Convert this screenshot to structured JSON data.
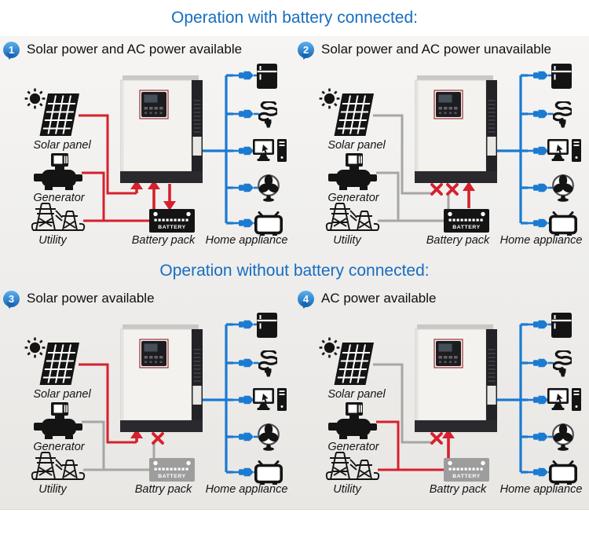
{
  "colors": {
    "accent_blue": "#176dc1",
    "wire_red": "#d6202d",
    "wire_gray": "#a6a6a6",
    "wire_blue": "#1b7ad1",
    "icon_black": "#141414",
    "battery_disabled_gray": "#9d9d9d"
  },
  "sections": [
    {
      "title": "Operation with battery connected:",
      "panels": [
        {
          "number": "1",
          "heading": "Solar power and AC power available",
          "state": {
            "solar": "connected",
            "ac": "connected",
            "battery": "charging"
          },
          "labels": {
            "solar": "Solar panel",
            "generator": "Generator",
            "utility": "Utility",
            "battery": "Battery pack",
            "appliance": "Home appliance",
            "battery_text": "BATTERY"
          }
        },
        {
          "number": "2",
          "heading": "Solar power and AC power unavailable",
          "state": {
            "solar": "disconnected",
            "ac": "disconnected",
            "battery": "discharging"
          },
          "labels": {
            "solar": "Solar panel",
            "generator": "Generator",
            "utility": "Utility",
            "battery": "Battery pack",
            "appliance": "Home appliance",
            "battery_text": "BATTERY"
          }
        }
      ]
    },
    {
      "title": "Operation without battery connected:",
      "panels": [
        {
          "number": "3",
          "heading": "Solar power available",
          "state": {
            "solar": "connected",
            "ac": "disconnected",
            "battery": "not-connected"
          },
          "labels": {
            "solar": "Solar panel",
            "generator": "Generator",
            "utility": "Utility",
            "battery": "Battry pack",
            "appliance": "Home appliance",
            "battery_text": "BATTERY"
          }
        },
        {
          "number": "4",
          "heading": "AC power available",
          "state": {
            "solar": "disconnected",
            "ac": "connected",
            "battery": "not-connected"
          },
          "labels": {
            "solar": "Solar panel",
            "generator": "Generator",
            "utility": "Utility",
            "battery": "Battry pack",
            "appliance": "Home appliance",
            "battery_text": "BATTERY"
          }
        }
      ]
    }
  ]
}
